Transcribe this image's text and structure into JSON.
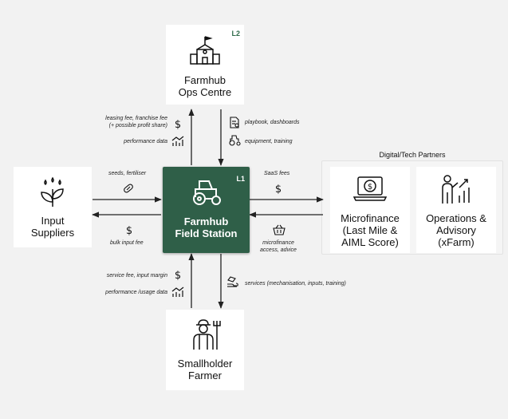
{
  "nodes": {
    "ops_centre": {
      "line1": "Farmhub",
      "line2": "Ops Centre",
      "tag": "L2",
      "icon": "school-building-icon"
    },
    "field_station": {
      "line1": "Farmhub",
      "line2": "Field Station",
      "tag": "L1",
      "icon": "tractor-icon"
    },
    "input_suppliers": {
      "line1": "Input",
      "line2": "Suppliers",
      "icon": "sprout-icon"
    },
    "smallholder": {
      "line1": "Smallholder",
      "line2": "Farmer",
      "icon": "farmer-with-pitchfork-icon"
    },
    "microfinance": {
      "line1": "Microfinance",
      "line2": "(Last Mile &",
      "line3": "AIML Score)",
      "icon": "laptop-dollar-icon"
    },
    "operations": {
      "line1": "Operations &",
      "line2": "Advisory",
      "line3": "(xFarm)",
      "icon": "presenter-chart-icon"
    }
  },
  "partners_title": "Digital/Tech Partners",
  "flows": {
    "leasing_fee": {
      "line1": "leasing fee, franchise fee",
      "line2": "(+ possible profit share)",
      "icon": "dollar-icon"
    },
    "performance_data": {
      "text": "performance data",
      "icon": "trend-chart-icon"
    },
    "playbook": {
      "text": "playbook, dashboards",
      "icon": "document-chart-icon"
    },
    "equipment": {
      "text": "equipment, training",
      "icon": "tractor-small-icon"
    },
    "seeds": {
      "text": "seeds, fertiliser",
      "icon": "seed-pill-icon"
    },
    "bulk_fee": {
      "text": "bulk input fee",
      "icon": "dollar-icon"
    },
    "saas_fees": {
      "text": "SaaS fees",
      "icon": "dollar-icon"
    },
    "microfinance_access": {
      "line1": "microfinance",
      "line2": "access, advice",
      "icon": "basket-icon"
    },
    "service_fee": {
      "text": "service fee, input margin",
      "icon": "dollar-icon"
    },
    "performance_usage": {
      "text": "performance /usage data",
      "icon": "trend-chart-icon"
    },
    "services": {
      "text": "services (mechanisation, inputs, training)",
      "icon": "hand-box-icon"
    }
  },
  "colors": {
    "center_fill": "#2f5f48",
    "tag_green": "#2f6b4a",
    "line": "#222222"
  }
}
